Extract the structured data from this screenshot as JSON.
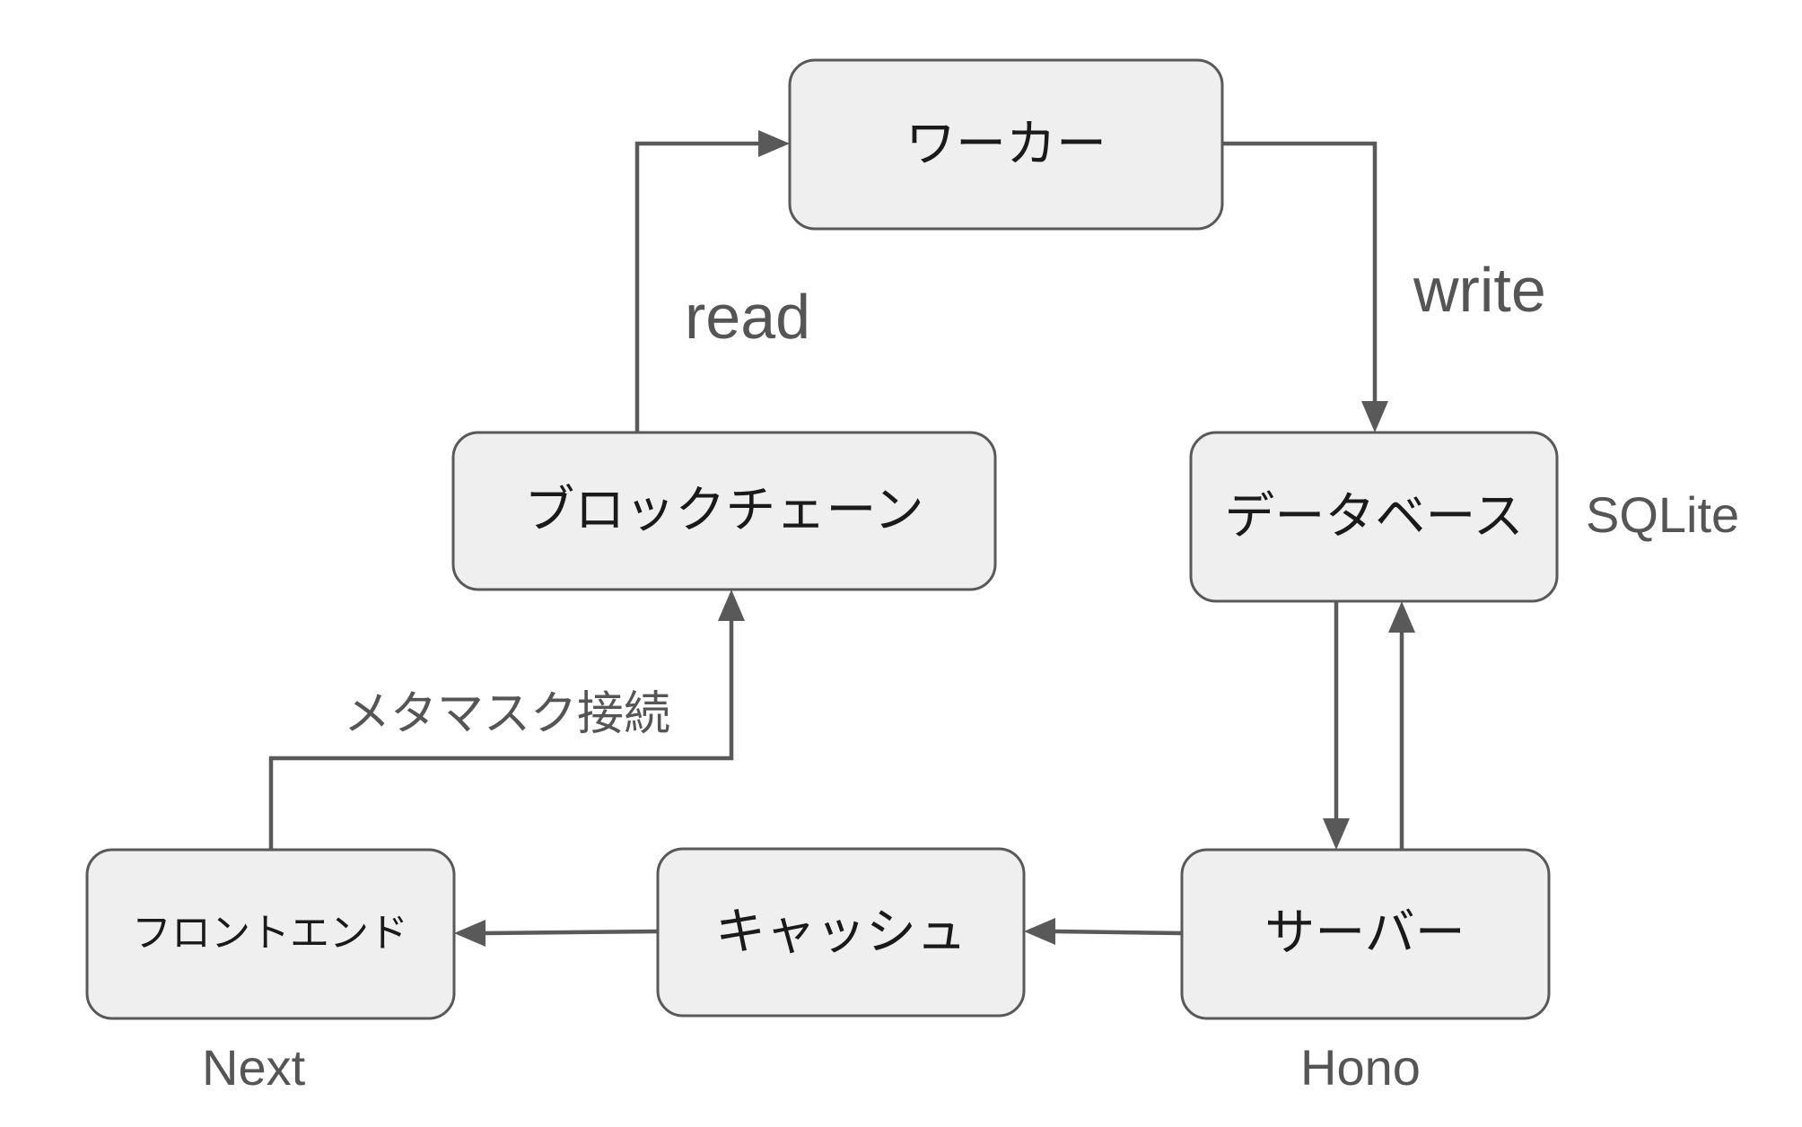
{
  "nodes": {
    "worker": "ワーカー",
    "blockchain": "ブロックチェーン",
    "database": "データベース",
    "frontend": "フロントエンド",
    "cache": "キャッシュ",
    "server": "サーバー"
  },
  "labels": {
    "read": "read",
    "write": "write",
    "metamask": "メタマスク接続",
    "sqlite": "SQLite",
    "next": "Next",
    "hono": "Hono"
  },
  "colors": {
    "node_fill": "#efefef",
    "node_stroke": "#595959",
    "edge": "#595959",
    "label": "#555555"
  }
}
